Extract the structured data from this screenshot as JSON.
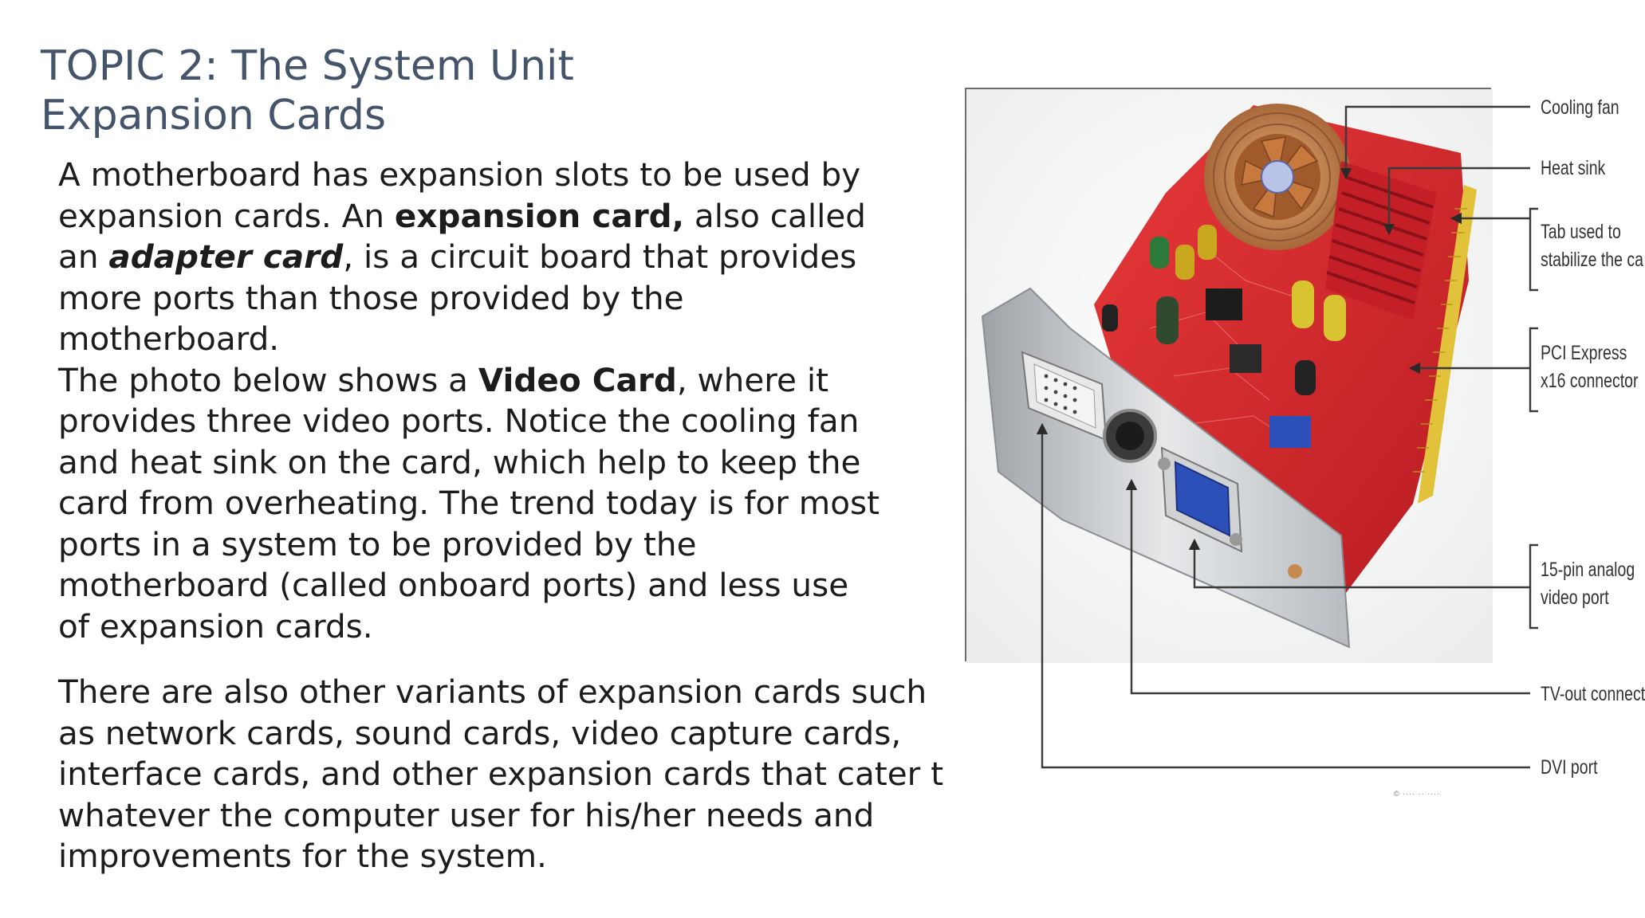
{
  "title": {
    "line1": "TOPIC 2: The System Unit",
    "line2": "Expansion Cards"
  },
  "paragraph1": {
    "l1": "A motherboard has expansion slots to be used by",
    "l2_a": "expansion cards. An ",
    "l2_b": "expansion card,",
    "l2_c": " also called",
    "l3_a": "an ",
    "l3_b": "adapter card",
    "l3_c": ", is a circuit board that provides",
    "l4": "more ports than those provided by the",
    "l5": "motherboard.",
    "l6_a": "The photo below shows a ",
    "l6_b": "Video Card",
    "l6_c": ", where it",
    "l7": "provides three video ports. Notice the cooling fan",
    "l8": "and heat sink on the card, which help to keep the",
    "l9": "card from overheating. The trend today is for most",
    "l10": "ports in a system to be provided by the",
    "l11": "motherboard (called onboard ports) and less use",
    "l12": "of expansion cards."
  },
  "paragraph2": {
    "l1": "There are also other variants of expansion cards such",
    "l2": "as network cards, sound cards, video capture cards,",
    "l3": "interface cards, and other expansion cards that cater t",
    "l4": "whatever the computer user for his/her needs and",
    "l5": "improvements for the system."
  },
  "figure": {
    "callouts": {
      "cooling_fan": "Cooling fan",
      "heat_sink": "Heat sink",
      "tab_l1": "Tab used to",
      "tab_l2": "stabilize the ca",
      "pci_l1": "PCI Express",
      "pci_l2": "x16 connector",
      "vga_l1": "15-pin analog",
      "vga_l2": "video port",
      "tv_out": "TV-out connect",
      "dvi": "DVI port"
    },
    "copyright": "© ···· ·· ····",
    "colors": {
      "board": "#d92a2a",
      "bracket": "#c8cacc",
      "copper": "#c98a52",
      "gold": "#e1c23a",
      "vga_blue": "#2d4fb8"
    }
  }
}
